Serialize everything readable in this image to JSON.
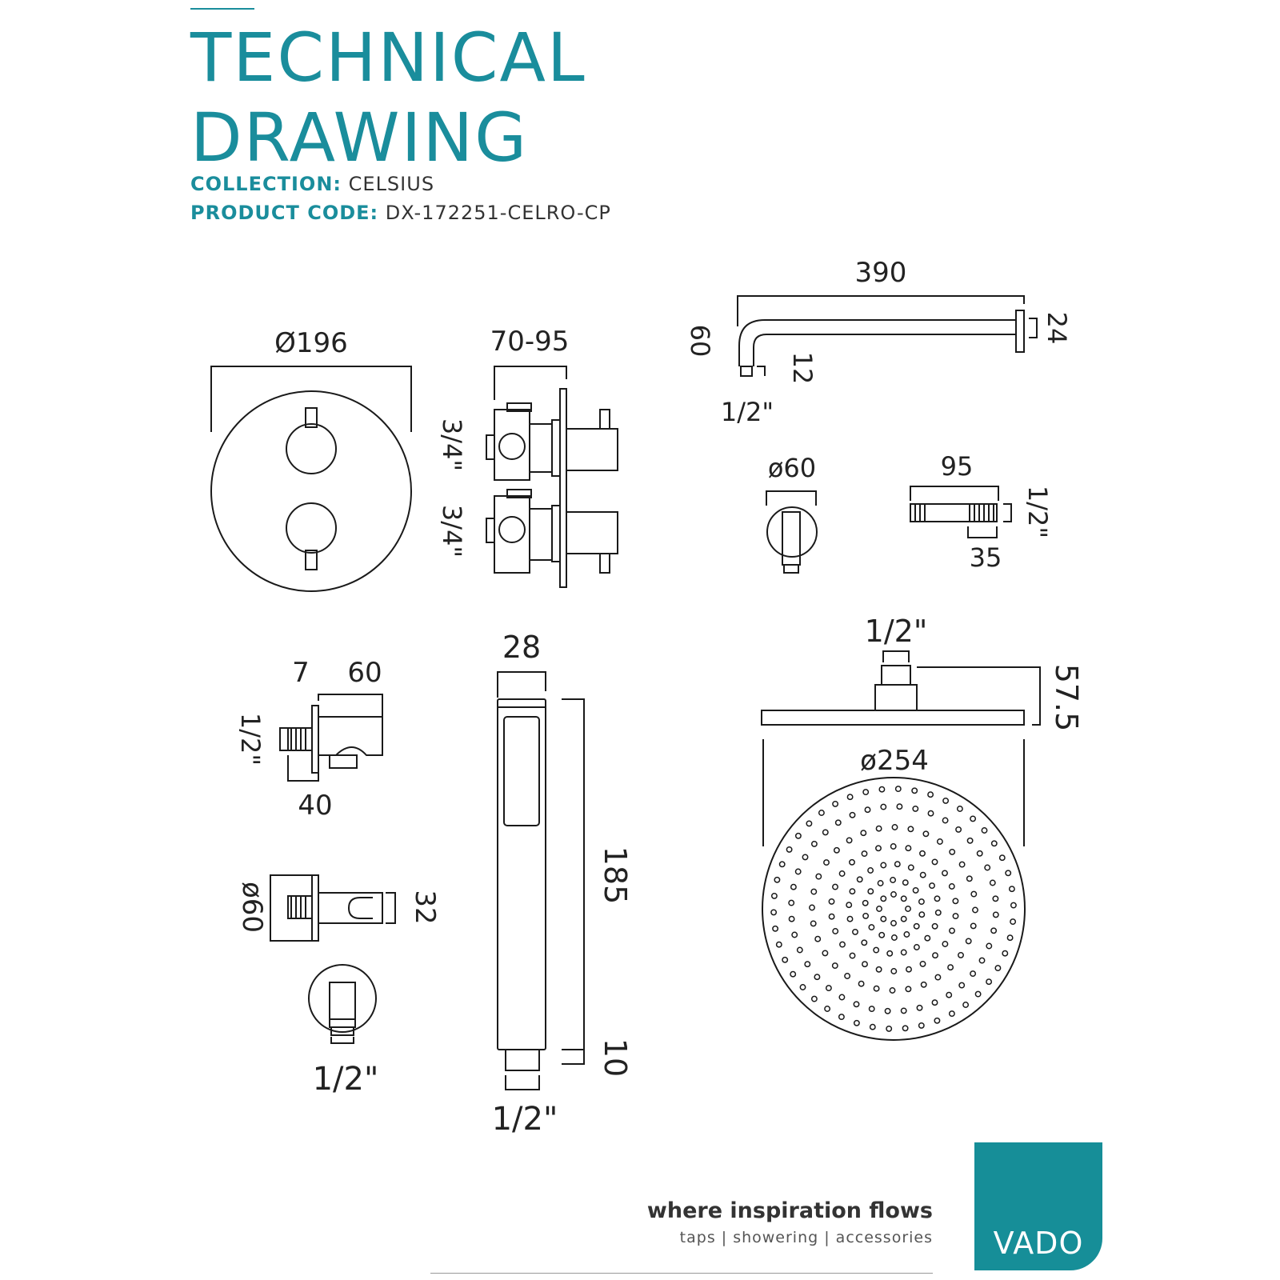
{
  "header": {
    "title_line1": "TECHNICAL",
    "title_line2": "DRAWING",
    "collection_label": "COLLECTION:",
    "collection_value": "CELSIUS",
    "product_code_label": "PRODUCT CODE:",
    "product_code_value": "DX-172251-CELRO-CP"
  },
  "dimensions": {
    "valve_diameter": "Ø196",
    "valve_depth": "70-95",
    "valve_inlet_upper": "3/4\"",
    "valve_inlet_lower": "3/4\"",
    "arm_length": "390",
    "arm_drop": "60",
    "arm_plate": "24",
    "arm_thread_len": "12",
    "arm_thread": "1/2\"",
    "elbow_diameter": "ø60",
    "hose_nut_length": "95",
    "hose_nut_thread": "1/2\"",
    "hose_nut_thread_len": "35",
    "bracket_gap": "7",
    "bracket_length": "60",
    "bracket_thread": "1/2\"",
    "bracket_depth": "40",
    "holder_diameter": "ø60",
    "holder_width": "32",
    "holder_thread": "1/2\"",
    "handset_width": "28",
    "handset_length": "185",
    "handset_tail": "10",
    "handset_thread": "1/2\"",
    "head_thread": "1/2\"",
    "head_height": "57.5",
    "head_diameter": "ø254"
  },
  "footer": {
    "tagline": "where inspiration flows",
    "subtagline": "taps | showering | accessories",
    "brand": "VADO"
  },
  "colors": {
    "accent": "#1a8d9c",
    "logo_bg": "#168e98",
    "line": "#1a1a1a"
  }
}
